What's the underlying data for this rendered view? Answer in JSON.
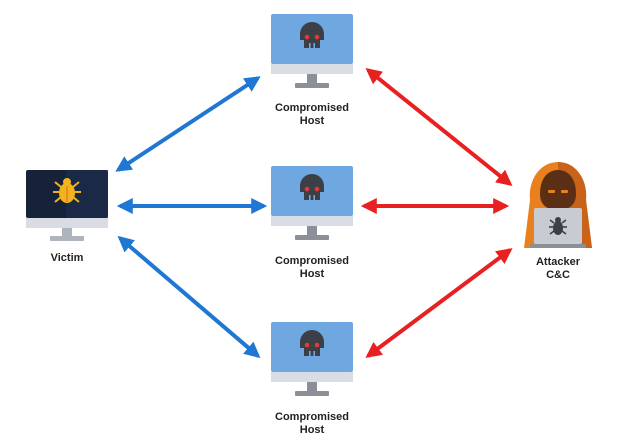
{
  "nodes": {
    "victim": {
      "label": "Victim"
    },
    "host_top": {
      "label_line1": "Compromised",
      "label_line2": "Host"
    },
    "host_mid": {
      "label_line1": "Compromised",
      "label_line2": "Host"
    },
    "host_bottom": {
      "label_line1": "Compromised",
      "label_line2": "Host"
    },
    "attacker": {
      "label_line1": "Attacker",
      "label_line2": "C&C"
    }
  },
  "colors": {
    "victim_link": "#1f77d4",
    "attacker_link": "#e82020",
    "host_screen": "#6fa8e0",
    "monitor_frame": "#d9dde3",
    "victim_screen": "#16213a",
    "skull": "#3c3f45",
    "skull_eye": "#e53935",
    "hood": "#e8801e",
    "hood_shadow": "#c9631a",
    "face": "#5a2f16",
    "laptop": "#c8ccd2"
  },
  "icons": {
    "victim": "monitor-bug-icon",
    "hosts": "monitor-skull-icon",
    "attacker": "hooded-hacker-laptop-icon"
  }
}
